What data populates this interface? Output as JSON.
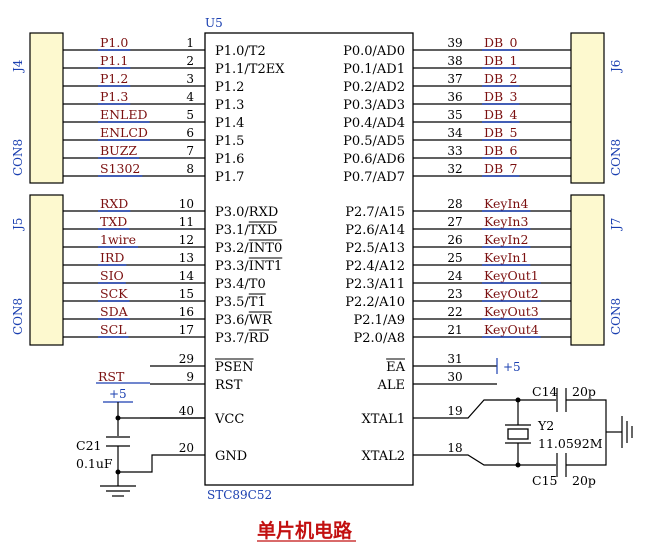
{
  "chip": {
    "ref": "U5",
    "part": "STC89C52",
    "left_pins": [
      {
        "num": "1",
        "name": "P1.0/T2",
        "net": "P1.0"
      },
      {
        "num": "2",
        "name": "P1.1/T2EX",
        "net": "P1.1"
      },
      {
        "num": "3",
        "name": "P1.2",
        "net": "P1.2"
      },
      {
        "num": "4",
        "name": "P1.3",
        "net": "P1.3"
      },
      {
        "num": "5",
        "name": "P1.4",
        "net": "ENLED"
      },
      {
        "num": "6",
        "name": "P1.5",
        "net": "ENLCD"
      },
      {
        "num": "7",
        "name": "P1.6",
        "net": "BUZZ"
      },
      {
        "num": "8",
        "name": "P1.7",
        "net": "S1302"
      },
      {
        "num": "10",
        "name": "P3.0/RXD",
        "net": "RXD"
      },
      {
        "num": "11",
        "name": "P3.1/TXD",
        "net": "TXD"
      },
      {
        "num": "12",
        "name": "P3.2/INT0",
        "net": "1wire"
      },
      {
        "num": "13",
        "name": "P3.3/INT1",
        "net": "IRD"
      },
      {
        "num": "14",
        "name": "P3.4/T0",
        "net": "SIO"
      },
      {
        "num": "15",
        "name": "P3.5/T1",
        "net": "SCK"
      },
      {
        "num": "16",
        "name": "P3.6/WR",
        "net": "SDA"
      },
      {
        "num": "17",
        "name": "P3.7/RD",
        "net": "SCL"
      },
      {
        "num": "29",
        "name": "PSEN",
        "net": ""
      },
      {
        "num": "9",
        "name": "RST",
        "net": "RST"
      },
      {
        "num": "40",
        "name": "VCC",
        "net": ""
      },
      {
        "num": "20",
        "name": "GND",
        "net": ""
      }
    ],
    "right_pins": [
      {
        "num": "39",
        "name": "P0.0/AD0",
        "net": "DB_0"
      },
      {
        "num": "38",
        "name": "P0.1/AD1",
        "net": "DB_1"
      },
      {
        "num": "37",
        "name": "P0.2/AD2",
        "net": "DB_2"
      },
      {
        "num": "36",
        "name": "P0.3/AD3",
        "net": "DB_3"
      },
      {
        "num": "35",
        "name": "P0.4/AD4",
        "net": "DB_4"
      },
      {
        "num": "34",
        "name": "P0.5/AD5",
        "net": "DB_5"
      },
      {
        "num": "33",
        "name": "P0.6/AD6",
        "net": "DB_6"
      },
      {
        "num": "32",
        "name": "P0.7/AD7",
        "net": "DB_7"
      },
      {
        "num": "28",
        "name": "P2.7/A15",
        "net": "KeyIn4"
      },
      {
        "num": "27",
        "name": "P2.6/A14",
        "net": "KeyIn3"
      },
      {
        "num": "26",
        "name": "P2.5/A13",
        "net": "KeyIn2"
      },
      {
        "num": "25",
        "name": "P2.4/A12",
        "net": "KeyIn1"
      },
      {
        "num": "24",
        "name": "P2.3/A11",
        "net": "KeyOut1"
      },
      {
        "num": "23",
        "name": "P2.2/A10",
        "net": "KeyOut2"
      },
      {
        "num": "22",
        "name": "P2.1/A9",
        "net": "KeyOut3"
      },
      {
        "num": "21",
        "name": "P2.0/A8",
        "net": "KeyOut4"
      },
      {
        "num": "31",
        "name": "EA",
        "net": "+5"
      },
      {
        "num": "30",
        "name": "ALE",
        "net": ""
      },
      {
        "num": "19",
        "name": "XTAL1",
        "net": ""
      },
      {
        "num": "18",
        "name": "XTAL2",
        "net": ""
      }
    ]
  },
  "connectors": {
    "j4": {
      "ref": "J4",
      "type": "CON8"
    },
    "j5": {
      "ref": "J5",
      "type": "CON8"
    },
    "j6": {
      "ref": "J6",
      "type": "CON8"
    },
    "j7": {
      "ref": "J7",
      "type": "CON8"
    },
    "pin_numbers": [
      "1",
      "2",
      "3",
      "4",
      "5",
      "6",
      "7",
      "8"
    ]
  },
  "parts": {
    "c21": {
      "ref": "C21",
      "value": "0.1uF"
    },
    "vcc_label": "+5",
    "c14": {
      "ref": "C14",
      "value": "20p"
    },
    "c15": {
      "ref": "C15",
      "value": "20p"
    },
    "y2": {
      "ref": "Y2",
      "value": "11.0592M"
    }
  },
  "title": "单片机电路",
  "colors": {
    "net": "#7b1010",
    "label": "#1a3fb0",
    "title": "#c21010",
    "header_fill": "#fdf9cf"
  }
}
